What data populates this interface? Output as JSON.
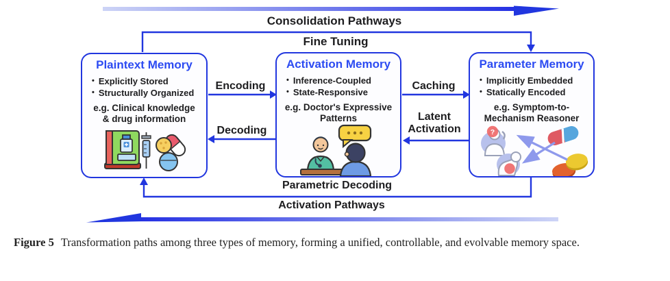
{
  "figure": {
    "colors": {
      "line_blue": "#2136df",
      "title_blue": "#2c4bf2",
      "text_dark": "#1d1d1f",
      "grad_light": "#cdd4f6",
      "grad_dark": "#2531e3"
    },
    "pathways": {
      "consolidation": "Consolidation Pathways",
      "fine_tuning": "Fine Tuning",
      "parametric_decoding": "Parametric Decoding",
      "activation": "Activation Pathways"
    },
    "edges": {
      "encoding": "Encoding",
      "decoding": "Decoding",
      "caching": "Caching",
      "latent_activation": "Latent Activation"
    },
    "boxes": [
      {
        "title": "Plaintext Memory",
        "bullets": [
          "Explicitly Stored",
          "Structurally Organized"
        ],
        "example_line1": "e.g. Clinical knowledge",
        "example_line2": "& drug information",
        "icon": "medical-book-syringe-pills-icon"
      },
      {
        "title": "Activation Memory",
        "bullets": [
          "Inference-Coupled",
          "State-Responsive"
        ],
        "example_line1": "e.g. Doctor's Expressive",
        "example_line2": "Patterns",
        "icon": "doctor-patient-conversation-icon"
      },
      {
        "title": "Parameter Memory",
        "bullets": [
          "Implicitly Embedded",
          "Statically Encoded"
        ],
        "example_line1": "e.g. Symptom-to-",
        "example_line2": "Mechanism Reasoner",
        "icon": "symptom-mechanism-mapping-icon"
      }
    ]
  },
  "caption": {
    "label": "Figure 5",
    "text": "Transformation paths among three types of memory, forming a unified, controllable, and evolvable memory space."
  }
}
